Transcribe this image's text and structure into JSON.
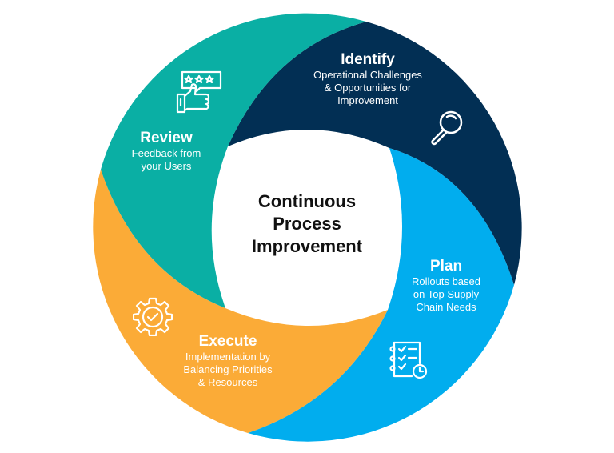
{
  "title": [
    "Continuous",
    "Process",
    "Improvement"
  ],
  "stages": [
    {
      "name": "Identify",
      "desc": [
        "Operational Challenges",
        "& Opportunities for",
        "Improvement"
      ],
      "icon": "magnifier-icon",
      "color": "#022f54"
    },
    {
      "name": "Plan",
      "desc": [
        "Rollouts based",
        "on Top Supply",
        "Chain Needs"
      ],
      "icon": "checklist-clock-icon",
      "color": "#01adee"
    },
    {
      "name": "Execute",
      "desc": [
        "Implementation by",
        "Balancing Priorities",
        "& Resources"
      ],
      "icon": "gear-check-icon",
      "color": "#fbab37"
    },
    {
      "name": "Review",
      "desc": [
        "Feedback from",
        "your Users"
      ],
      "icon": "thumbs-up-rating-icon",
      "color": "#0aafa4"
    }
  ]
}
